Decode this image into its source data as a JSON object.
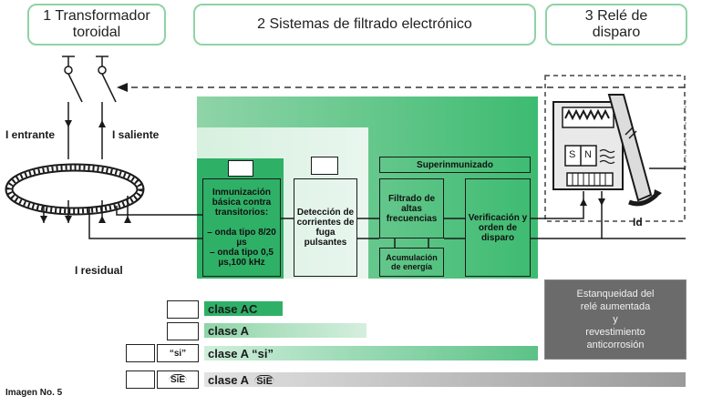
{
  "headers": {
    "transformer": "1 Transformador toroidal",
    "filters": "2 Sistemas de filtrado electrónico",
    "relay": "3 Relé de disparo"
  },
  "labels": {
    "i_in": "I entrante",
    "i_out": "I saliente",
    "i_res": "I residual",
    "id": "Id",
    "sn_s": "S",
    "sn_n": "N"
  },
  "blocks": {
    "immunization": "Inmunización básica contra transitorios:\n\n– onda tipo 8/20 µs\n– onda tipo 0,5 µs,100 kHz",
    "detection": "Detección de corrientes de fuga pulsantes",
    "superimmunized": "Superinmunizado",
    "hf_filter": "Filtrado de altas frecuencias",
    "energy": "Acumulación de energía",
    "verification": "Verificación y orden de disparo"
  },
  "gray_box": {
    "line1": "Estanqueidad del",
    "line2": "relé aumentada",
    "line3": "y",
    "line4": "revestimiento",
    "line5": "anticorrosión"
  },
  "classes": [
    {
      "label": "clase AC",
      "icon": "sine-wave-icon"
    },
    {
      "label": "clase A",
      "icon": "rectified-wave-icon"
    },
    {
      "label": "clase A “si”",
      "icon": "rectified-wave-icon",
      "badge": "“si”"
    },
    {
      "label": "clase A",
      "icon": "rectified-wave-icon",
      "badge": "SiE",
      "suffix": "SiE"
    }
  ],
  "caption": "Imagen No. 5",
  "colors": {
    "header_border": "#8fd3a6",
    "green_dark": "#2fb067",
    "green_mid": "#66c98c",
    "green_light": "#c9ecd5",
    "gray": "#6b6b6b"
  }
}
